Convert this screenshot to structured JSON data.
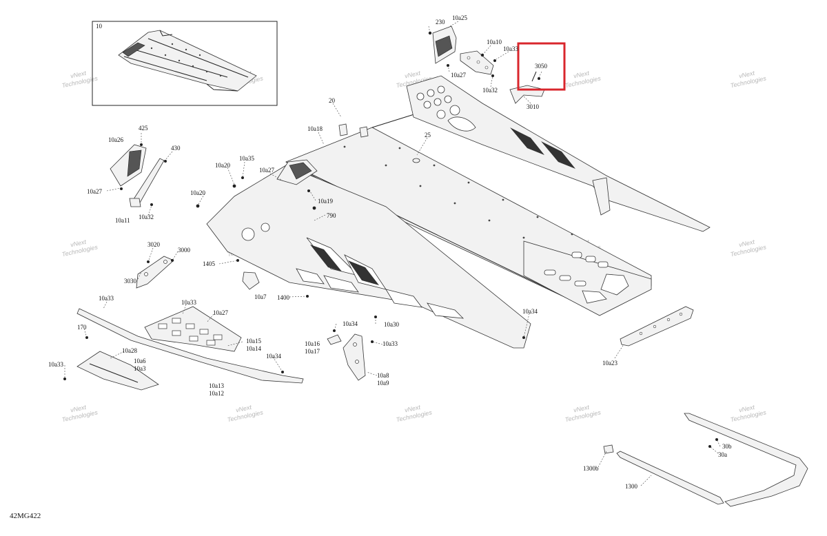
{
  "figure_code": "42MG422",
  "watermark": {
    "line1": "vNext",
    "line2": "Technologies"
  },
  "highlight_color": "#d9262c",
  "labels": [
    {
      "id": "l10",
      "text": "10"
    },
    {
      "id": "l230",
      "text": "230"
    },
    {
      "id": "l10a25",
      "text": "10a25"
    },
    {
      "id": "l10a10",
      "text": "10a10"
    },
    {
      "id": "l10a33a",
      "text": "10a33"
    },
    {
      "id": "l10a27a",
      "text": "10a27"
    },
    {
      "id": "l10a32a",
      "text": "10a32"
    },
    {
      "id": "l3050",
      "text": "3050"
    },
    {
      "id": "l3010",
      "text": "3010"
    },
    {
      "id": "l20",
      "text": "20"
    },
    {
      "id": "l10a18",
      "text": "10a18"
    },
    {
      "id": "l25",
      "text": "25"
    },
    {
      "id": "l425",
      "text": "425"
    },
    {
      "id": "l10a26",
      "text": "10a26"
    },
    {
      "id": "l430",
      "text": "430"
    },
    {
      "id": "l10a27b",
      "text": "10a27"
    },
    {
      "id": "l10a11",
      "text": "10a11"
    },
    {
      "id": "l10a32b",
      "text": "10a32"
    },
    {
      "id": "l10a20a",
      "text": "10a20"
    },
    {
      "id": "l10a35",
      "text": "10a35"
    },
    {
      "id": "l10a27c",
      "text": "10a27"
    },
    {
      "id": "l10a20b",
      "text": "10a20"
    },
    {
      "id": "l10a19",
      "text": "10a19"
    },
    {
      "id": "l790",
      "text": "790"
    },
    {
      "id": "l3020",
      "text": "3020"
    },
    {
      "id": "l3000",
      "text": "3000"
    },
    {
      "id": "l3030",
      "text": "3030"
    },
    {
      "id": "l1405",
      "text": "1405"
    },
    {
      "id": "l10a7",
      "text": "10a7"
    },
    {
      "id": "l1400",
      "text": "1400"
    },
    {
      "id": "l10a33b",
      "text": "10a33"
    },
    {
      "id": "l10a33c",
      "text": "10a33"
    },
    {
      "id": "l10a27d",
      "text": "10a27"
    },
    {
      "id": "l170",
      "text": "170"
    },
    {
      "id": "l10a28",
      "text": "10a28"
    },
    {
      "id": "l10a6",
      "text": "10a6"
    },
    {
      "id": "l10a3",
      "text": "10a3"
    },
    {
      "id": "l10a33d",
      "text": "10a33"
    },
    {
      "id": "l10a15",
      "text": "10a15"
    },
    {
      "id": "l10a14",
      "text": "10a14"
    },
    {
      "id": "l10a34a",
      "text": "10a34"
    },
    {
      "id": "l10a13",
      "text": "10a13"
    },
    {
      "id": "l10a12",
      "text": "10a12"
    },
    {
      "id": "l10a30",
      "text": "10a30"
    },
    {
      "id": "l10a34b",
      "text": "10a34"
    },
    {
      "id": "l10a16",
      "text": "10a16"
    },
    {
      "id": "l10a17",
      "text": "10a17"
    },
    {
      "id": "l10a33e",
      "text": "10a33"
    },
    {
      "id": "l10a8",
      "text": "10a8"
    },
    {
      "id": "l10a9",
      "text": "10a9"
    },
    {
      "id": "l10a34c",
      "text": "10a34"
    },
    {
      "id": "l10a23",
      "text": "10a23"
    },
    {
      "id": "l30b",
      "text": "30b"
    },
    {
      "id": "l30a",
      "text": "30a"
    },
    {
      "id": "l1300b",
      "text": "1300b"
    },
    {
      "id": "l1300",
      "text": "1300"
    }
  ]
}
